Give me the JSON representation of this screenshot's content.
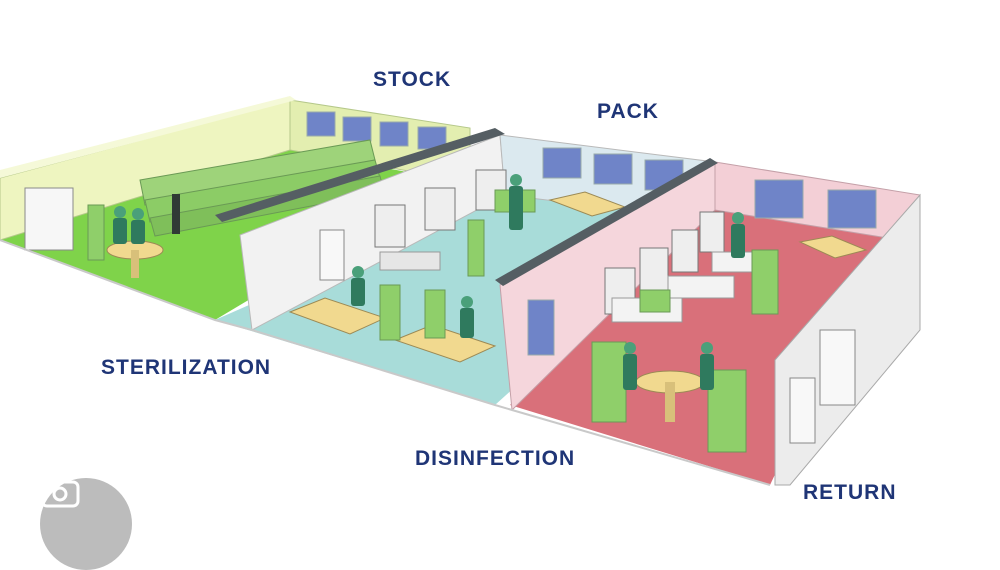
{
  "diagram": {
    "labels": {
      "stock": "STOCK",
      "pack": "PACK",
      "sterilization": "STERILIZATION",
      "disinfection": "DISINFECTION",
      "return": "RETURN"
    },
    "colors": {
      "label_text": "#1f3576",
      "stock_floor": "#7fd34a",
      "sterilization_floor": "#a8dcd9",
      "return_floor": "#d9707a",
      "stock_wall": "#e8f2b5",
      "pack_wall": "#d8e7ef",
      "return_wall": "#f3cfd6"
    }
  },
  "overlay": {
    "icon": "image-search-icon"
  }
}
